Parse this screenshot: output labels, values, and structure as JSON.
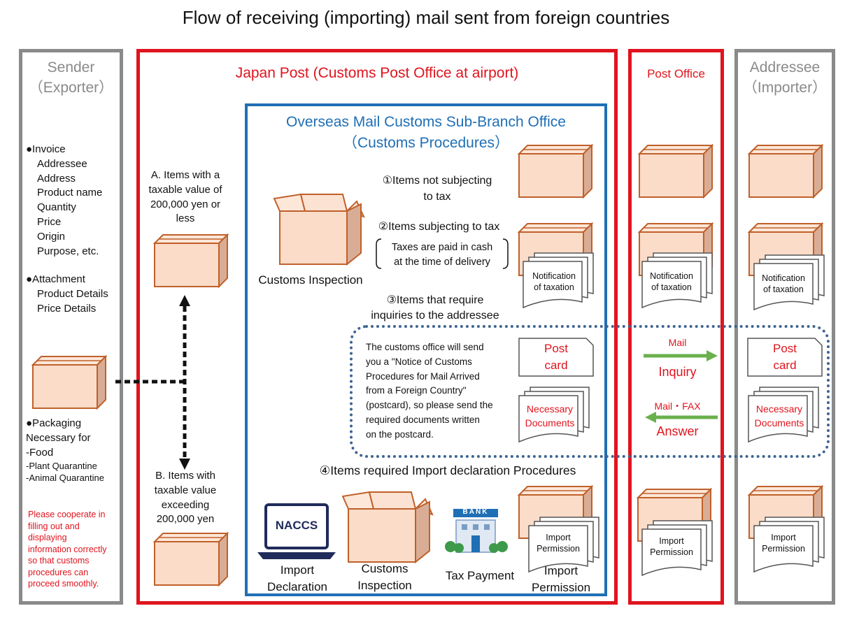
{
  "title": "Flow of receiving (importing) mail sent from foreign countries",
  "sender": {
    "heading1": "Sender",
    "heading2": "（Exporter）",
    "invoice_heading": "●Invoice",
    "invoice_items": [
      "Addressee",
      "Address",
      "Product name",
      "Quantity",
      "Price",
      "Origin",
      "Purpose, etc."
    ],
    "attachment_heading": "●Attachment",
    "attachment_items": [
      "Product Details",
      "Price Details"
    ],
    "packaging_heading": "●Packaging",
    "packaging_line": "Necessary for",
    "packaging_food": "-Food",
    "packaging_plant": "-Plant Quarantine",
    "packaging_animal": "-Animal Quarantine",
    "cooperate_note": [
      "Please cooperate in",
      "filling out and",
      "displaying",
      "information correctly",
      "so that customs",
      "procedures can",
      "proceed smoothly."
    ]
  },
  "japan_post": {
    "heading": "Japan Post (Customs Post Office at airport)",
    "item_a": [
      "A. Items with a",
      "taxable value of",
      "200,000 yen or",
      "less"
    ],
    "item_b": [
      "B. Items with",
      "taxable value",
      "exceeding",
      "200,000 yen"
    ]
  },
  "customs": {
    "heading1": "Overseas Mail Customs Sub-Branch Office",
    "heading2": "（Customs Procedures）",
    "inspection_label": "Customs Inspection",
    "item1": [
      "①Items not subjecting",
      "to tax"
    ],
    "item2": "②Items subjecting to tax",
    "item2_note": [
      "Taxes are paid in cash",
      "at the time of delivery"
    ],
    "item3": [
      "③Items that require",
      "inquiries to the addressee"
    ],
    "item3_note": [
      "The customs office will send",
      "you a \"Notice of Customs",
      "Procedures for Mail Arrived",
      "from a Foreign Country\"",
      "(postcard), so please send the",
      "required documents written",
      "on the postcard."
    ],
    "item4": "④Items required Import declaration Procedures",
    "naccs": "NACCS",
    "bank": "BANK",
    "import_declaration": [
      "Import",
      "Declaration"
    ],
    "customs_inspection": [
      "Customs",
      "Inspection"
    ],
    "tax_payment": "Tax Payment",
    "import_permission": [
      "Import",
      "Permission"
    ]
  },
  "documents": {
    "notification": [
      "Notification",
      "of taxation"
    ],
    "postcard": [
      "Post",
      "card"
    ],
    "necessary": [
      "Necessary",
      "Documents"
    ],
    "import_permission": [
      "Import",
      "Permission"
    ]
  },
  "post_office": {
    "heading": "Post Office",
    "mail": "Mail",
    "inquiry": "Inquiry",
    "mail_fax": "Mail・FAX",
    "answer": "Answer"
  },
  "addressee": {
    "heading1": "Addressee",
    "heading2": "（Importer）"
  },
  "colors": {
    "red_frame": "#e0141e",
    "grey_frame": "#8a8a8a",
    "blue_frame": "#1f6fb5",
    "green_arrow": "#6ab04c",
    "box_fill": "#fbdcc8",
    "box_edge": "#c0602a"
  }
}
